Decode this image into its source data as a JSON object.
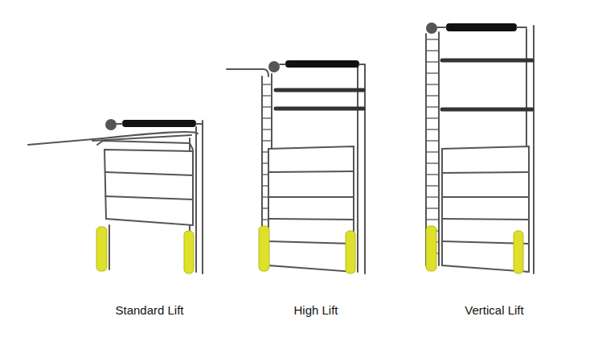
{
  "diagram": {
    "labels": [
      "Standard Lift",
      "High Lift",
      "Vertical Lift"
    ]
  }
}
